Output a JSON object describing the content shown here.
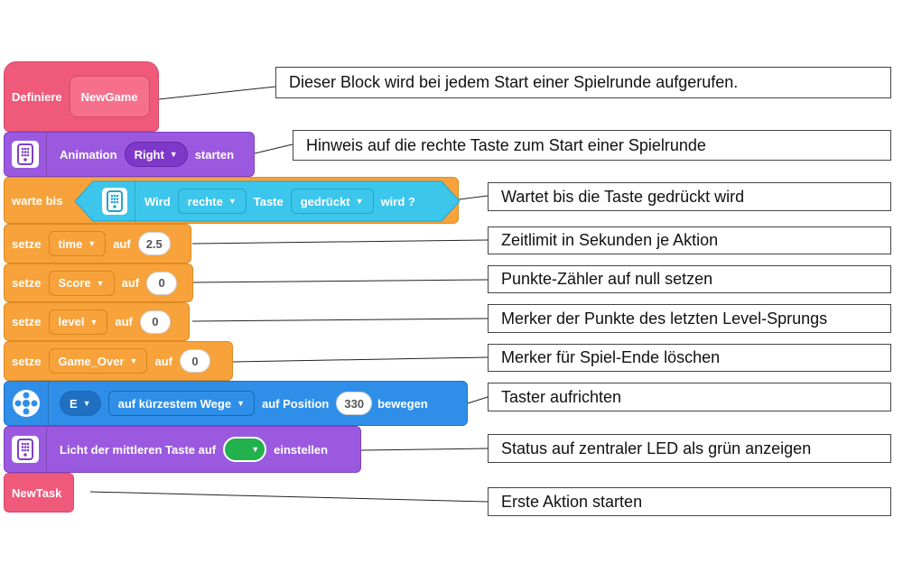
{
  "blocks": {
    "define": {
      "label": "Definiere",
      "name": "NewGame"
    },
    "animation": {
      "label": "Animation",
      "option": "Right",
      "suffix": "starten"
    },
    "wait": {
      "label": "warte bis",
      "wird": "Wird",
      "key": "rechte",
      "taste": "Taste",
      "state": "gedrückt",
      "wird2": "wird ?"
    },
    "set_time": {
      "label": "setze",
      "var": "time",
      "auf": "auf",
      "value": "2.5"
    },
    "set_score": {
      "label": "setze",
      "var": "Score",
      "auf": "auf",
      "value": "0"
    },
    "set_level": {
      "label": "setze",
      "var": "level",
      "auf": "auf",
      "value": "0"
    },
    "set_gameover": {
      "label": "setze",
      "var": "Game_Over",
      "auf": "auf",
      "value": "0"
    },
    "motor": {
      "port": "E",
      "mode": "auf kürzestem Wege",
      "position_label": "auf Position",
      "value": "330",
      "suffix": "bewegen"
    },
    "light": {
      "label": "Licht der mittleren Taste auf",
      "suffix": "einstellen",
      "color": "#22b14c"
    },
    "newtask": {
      "label": "NewTask"
    }
  },
  "callouts": [
    "Dieser Block wird bei jedem Start einer Spielrunde aufgerufen.",
    "Hinweis auf die rechte Taste zum Start einer Spielrunde",
    "Wartet bis die Taste gedrückt wird",
    "Zeitlimit in Sekunden je Aktion",
    "Punkte-Zähler auf null setzen",
    "Merker der Punkte des letzten Level-Sprungs",
    "Merker für Spiel-Ende löschen",
    "Taster aufrichten",
    "Status auf zentraler LED als grün anzeigen",
    "Erste Aktion starten"
  ],
  "icons": {
    "hub": "hub-icon",
    "motor": "motor-icon",
    "dropdown": "chevron-down-icon"
  },
  "colors": {
    "events": "#ef5a7a",
    "light": "#9b59e0",
    "control": "#f7a23a",
    "motor": "#2f8fe8",
    "sensor": "#3cc6ec"
  }
}
